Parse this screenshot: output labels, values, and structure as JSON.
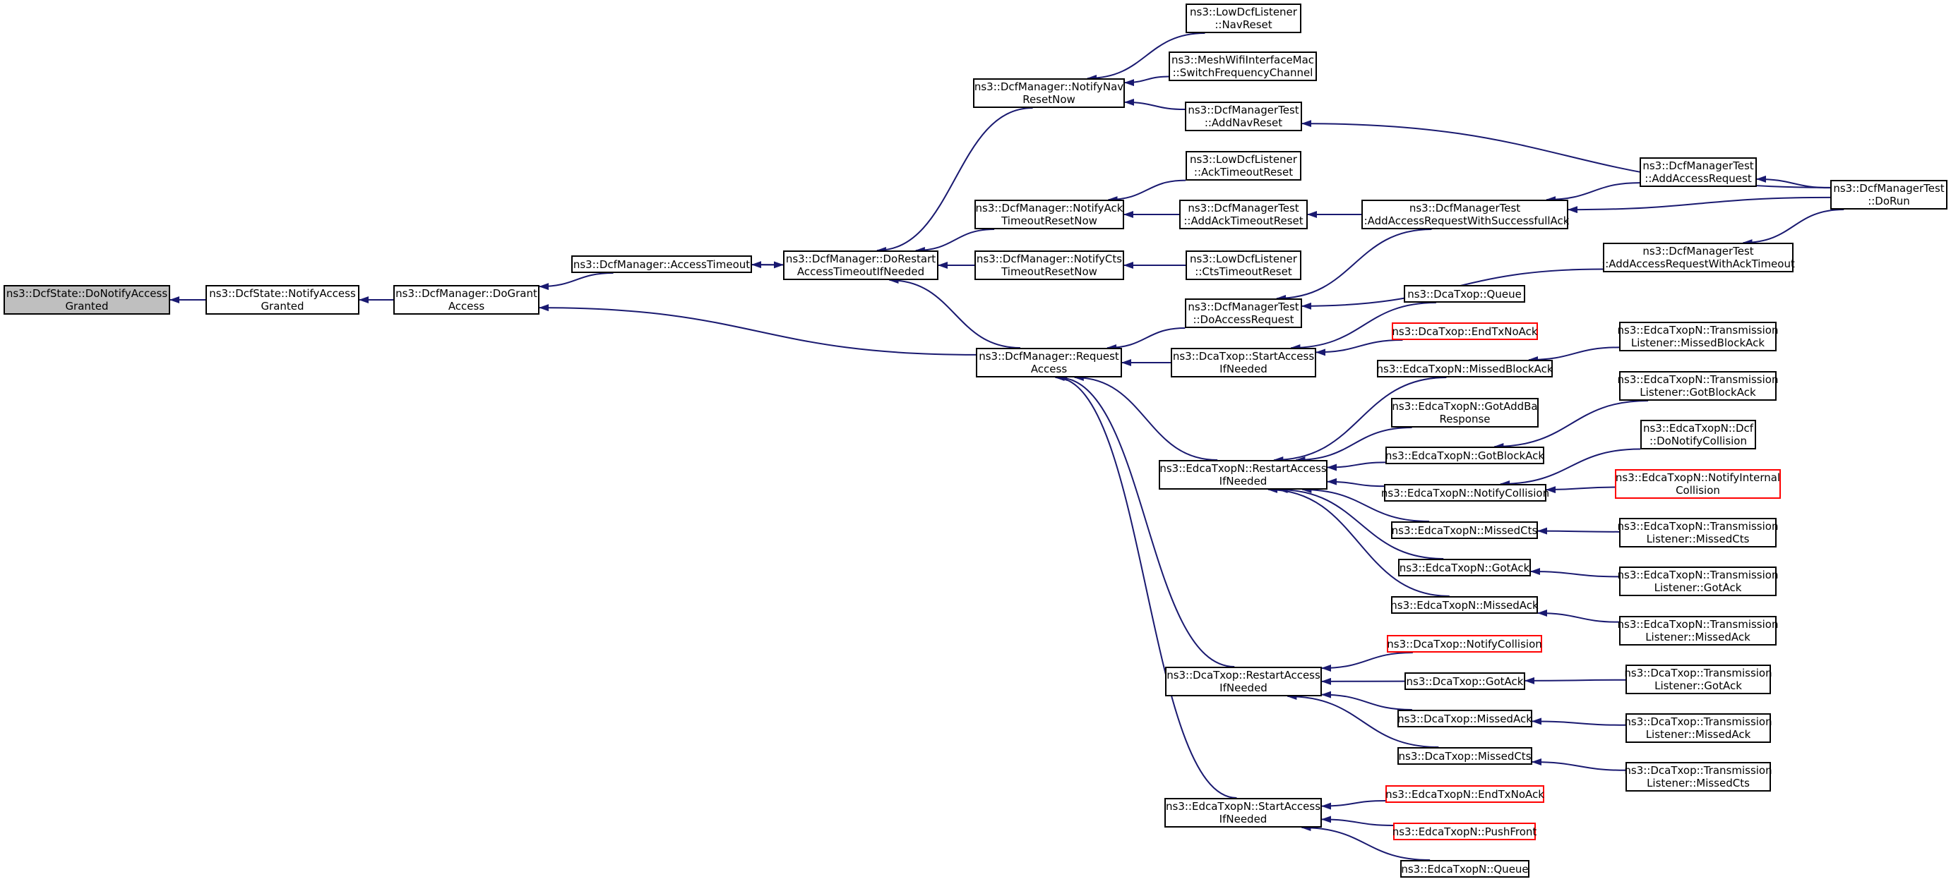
{
  "colors": {
    "edge": "#191970",
    "border": "#000000",
    "truncated": "#ff0000",
    "root_fill": "#bfbfbf",
    "background": "#ffffff"
  },
  "nodes": {
    "n_donotify": {
      "lines": [
        "ns3::DcfState::DoNotifyAccess",
        "Granted"
      ],
      "root": true
    },
    "n_notifyaccess": {
      "lines": [
        "ns3::DcfState::NotifyAccess",
        "Granted"
      ]
    },
    "n_dogrant": {
      "lines": [
        "ns3::DcfManager::DoGrant",
        "Access"
      ]
    },
    "n_accesstimeout": {
      "lines": [
        "ns3::DcfManager::AccessTimeout"
      ]
    },
    "n_dorestart": {
      "lines": [
        "ns3::DcfManager::DoRestart",
        "AccessTimeoutIfNeeded"
      ]
    },
    "n_requestaccess": {
      "lines": [
        "ns3::DcfManager::Request",
        "Access"
      ]
    },
    "n_notifynav": {
      "lines": [
        "ns3::DcfManager::NotifyNav",
        "ResetNow"
      ]
    },
    "n_notifyack": {
      "lines": [
        "ns3::DcfManager::NotifyAck",
        "TimeoutResetNow"
      ]
    },
    "n_notifycts": {
      "lines": [
        "ns3::DcfManager::NotifyCts",
        "TimeoutResetNow"
      ]
    },
    "n_lownavreset": {
      "lines": [
        "ns3::LowDcfListener",
        "::NavReset"
      ]
    },
    "n_meshswitch": {
      "lines": [
        "ns3::MeshWifiInterfaceMac",
        "::SwitchFrequencyChannel"
      ]
    },
    "n_addnavreset": {
      "lines": [
        "ns3::DcfManagerTest",
        "::AddNavReset"
      ]
    },
    "n_lowacktimeout": {
      "lines": [
        "ns3::LowDcfListener",
        "::AckTimeoutReset"
      ]
    },
    "n_addacktimeout": {
      "lines": [
        "ns3::DcfManagerTest",
        "::AddAckTimeoutReset"
      ]
    },
    "n_lowctstimeout": {
      "lines": [
        "ns3::LowDcfListener",
        "::CtsTimeoutReset"
      ]
    },
    "n_doaccessrequest": {
      "lines": [
        "ns3::DcfManagerTest",
        "::DoAccessRequest"
      ]
    },
    "n_addreqsuccack": {
      "lines": [
        "ns3::DcfManagerTest",
        "::AddAccessRequestWithSuccessfullAck"
      ]
    },
    "n_addaccessrequest": {
      "lines": [
        "ns3::DcfManagerTest",
        "::AddAccessRequest"
      ]
    },
    "n_addreqacktimeout": {
      "lines": [
        "ns3::DcfManagerTest",
        "::AddAccessRequestWithAckTimeout"
      ]
    },
    "n_dorun": {
      "lines": [
        "ns3::DcfManagerTest",
        "::DoRun"
      ]
    },
    "n_dca_start": {
      "lines": [
        "ns3::DcaTxop::StartAccess",
        "IfNeeded"
      ]
    },
    "n_dca_queue": {
      "lines": [
        "ns3::DcaTxop::Queue"
      ]
    },
    "n_dca_endtxnoack": {
      "lines": [
        "ns3::DcaTxop::EndTxNoAck"
      ],
      "truncated": true
    },
    "n_edca_restart": {
      "lines": [
        "ns3::EdcaTxopN::RestartAccess",
        "IfNeeded"
      ]
    },
    "n_edca_missedblockack": {
      "lines": [
        "ns3::EdcaTxopN::MissedBlockAck"
      ]
    },
    "n_edca_gotaddba": {
      "lines": [
        "ns3::EdcaTxopN::GotAddBa",
        "Response"
      ]
    },
    "n_edca_gotblockack": {
      "lines": [
        "ns3::EdcaTxopN::GotBlockAck"
      ]
    },
    "n_edca_notifycollision": {
      "lines": [
        "ns3::EdcaTxopN::NotifyCollision"
      ]
    },
    "n_edca_missedcts": {
      "lines": [
        "ns3::EdcaTxopN::MissedCts"
      ]
    },
    "n_edca_gotack": {
      "lines": [
        "ns3::EdcaTxopN::GotAck"
      ]
    },
    "n_edca_missedack": {
      "lines": [
        "ns3::EdcaTxopN::MissedAck"
      ]
    },
    "n_tl_missedblockack": {
      "lines": [
        "ns3::EdcaTxopN::Transmission",
        "Listener::MissedBlockAck"
      ]
    },
    "n_tl_gotblockack": {
      "lines": [
        "ns3::EdcaTxopN::Transmission",
        "Listener::GotBlockAck"
      ]
    },
    "n_edca_dcf_donotify": {
      "lines": [
        "ns3::EdcaTxopN::Dcf",
        "::DoNotifyCollision"
      ]
    },
    "n_edca_notifyinternal": {
      "lines": [
        "ns3::EdcaTxopN::NotifyInternal",
        "Collision"
      ],
      "truncated": true
    },
    "n_tl_missedcts": {
      "lines": [
        "ns3::EdcaTxopN::Transmission",
        "Listener::MissedCts"
      ]
    },
    "n_tl_gotack": {
      "lines": [
        "ns3::EdcaTxopN::Transmission",
        "Listener::GotAck"
      ]
    },
    "n_tl_missedack": {
      "lines": [
        "ns3::EdcaTxopN::Transmission",
        "Listener::MissedAck"
      ]
    },
    "n_dca_restart": {
      "lines": [
        "ns3::DcaTxop::RestartAccess",
        "IfNeeded"
      ]
    },
    "n_dca_notifycollision": {
      "lines": [
        "ns3::DcaTxop::NotifyCollision"
      ],
      "truncated": true
    },
    "n_dca_gotack": {
      "lines": [
        "ns3::DcaTxop::GotAck"
      ]
    },
    "n_dca_missedack": {
      "lines": [
        "ns3::DcaTxop::MissedAck"
      ]
    },
    "n_dca_missedcts": {
      "lines": [
        "ns3::DcaTxop::MissedCts"
      ]
    },
    "n_dtl_gotack": {
      "lines": [
        "ns3::DcaTxop::Transmission",
        "Listener::GotAck"
      ]
    },
    "n_dtl_missedack": {
      "lines": [
        "ns3::DcaTxop::Transmission",
        "Listener::MissedAck"
      ]
    },
    "n_dtl_missedcts": {
      "lines": [
        "ns3::DcaTxop::Transmission",
        "Listener::MissedCts"
      ]
    },
    "n_edca_start": {
      "lines": [
        "ns3::EdcaTxopN::StartAccess",
        "IfNeeded"
      ]
    },
    "n_edca_endtxnoack": {
      "lines": [
        "ns3::EdcaTxopN::EndTxNoAck"
      ],
      "truncated": true
    },
    "n_edca_pushfront": {
      "lines": [
        "ns3::EdcaTxopN::PushFront"
      ],
      "truncated": true
    },
    "n_edca_queue": {
      "lines": [
        "ns3::EdcaTxopN::Queue"
      ]
    }
  },
  "edges": [
    [
      "n_notifyaccess",
      "n_donotify"
    ],
    [
      "n_dogrant",
      "n_notifyaccess"
    ],
    [
      "n_accesstimeout",
      "n_dogrant"
    ],
    [
      "n_requestaccess",
      "n_dogrant"
    ],
    [
      "n_dorestart",
      "n_accesstimeout"
    ],
    [
      "n_accesstimeout",
      "n_dorestart"
    ],
    [
      "n_notifynav",
      "n_dorestart"
    ],
    [
      "n_notifyack",
      "n_dorestart"
    ],
    [
      "n_notifycts",
      "n_dorestart"
    ],
    [
      "n_requestaccess",
      "n_dorestart"
    ],
    [
      "n_lownavreset",
      "n_notifynav"
    ],
    [
      "n_meshswitch",
      "n_notifynav"
    ],
    [
      "n_addnavreset",
      "n_notifynav"
    ],
    [
      "n_lowacktimeout",
      "n_notifyack"
    ],
    [
      "n_addacktimeout",
      "n_notifyack"
    ],
    [
      "n_lowctstimeout",
      "n_notifycts"
    ],
    [
      "n_doaccessrequest",
      "n_requestaccess"
    ],
    [
      "n_dca_start",
      "n_requestaccess"
    ],
    [
      "n_edca_restart",
      "n_requestaccess"
    ],
    [
      "n_dca_restart",
      "n_requestaccess"
    ],
    [
      "n_edca_start",
      "n_requestaccess"
    ],
    [
      "n_dorun",
      "n_addnavreset"
    ],
    [
      "n_addreqsuccack",
      "n_addacktimeout"
    ],
    [
      "n_addaccessrequest",
      "n_addreqsuccack"
    ],
    [
      "n_dorun",
      "n_addreqsuccack"
    ],
    [
      "n_dorun",
      "n_addaccessrequest"
    ],
    [
      "n_dorun",
      "n_addreqacktimeout"
    ],
    [
      "n_addreqsuccack",
      "n_doaccessrequest"
    ],
    [
      "n_addreqacktimeout",
      "n_doaccessrequest"
    ],
    [
      "n_dca_queue",
      "n_dca_start"
    ],
    [
      "n_dca_endtxnoack",
      "n_dca_start"
    ],
    [
      "n_edca_missedblockack",
      "n_edca_restart"
    ],
    [
      "n_edca_gotaddba",
      "n_edca_restart"
    ],
    [
      "n_edca_gotblockack",
      "n_edca_restart"
    ],
    [
      "n_edca_notifycollision",
      "n_edca_restart"
    ],
    [
      "n_edca_missedcts",
      "n_edca_restart"
    ],
    [
      "n_edca_gotack",
      "n_edca_restart"
    ],
    [
      "n_edca_missedack",
      "n_edca_restart"
    ],
    [
      "n_tl_missedblockack",
      "n_edca_missedblockack"
    ],
    [
      "n_tl_gotblockack",
      "n_edca_gotblockack"
    ],
    [
      "n_edca_dcf_donotify",
      "n_edca_notifycollision"
    ],
    [
      "n_edca_notifyinternal",
      "n_edca_notifycollision"
    ],
    [
      "n_tl_missedcts",
      "n_edca_missedcts"
    ],
    [
      "n_tl_gotack",
      "n_edca_gotack"
    ],
    [
      "n_tl_missedack",
      "n_edca_missedack"
    ],
    [
      "n_dca_notifycollision",
      "n_dca_restart"
    ],
    [
      "n_dca_gotack",
      "n_dca_restart"
    ],
    [
      "n_dca_missedack",
      "n_dca_restart"
    ],
    [
      "n_dca_missedcts",
      "n_dca_restart"
    ],
    [
      "n_dtl_gotack",
      "n_dca_gotack"
    ],
    [
      "n_dtl_missedack",
      "n_dca_missedack"
    ],
    [
      "n_dtl_missedcts",
      "n_dca_missedcts"
    ],
    [
      "n_edca_endtxnoack",
      "n_edca_start"
    ],
    [
      "n_edca_pushfront",
      "n_edca_start"
    ],
    [
      "n_edca_queue",
      "n_edca_start"
    ]
  ]
}
